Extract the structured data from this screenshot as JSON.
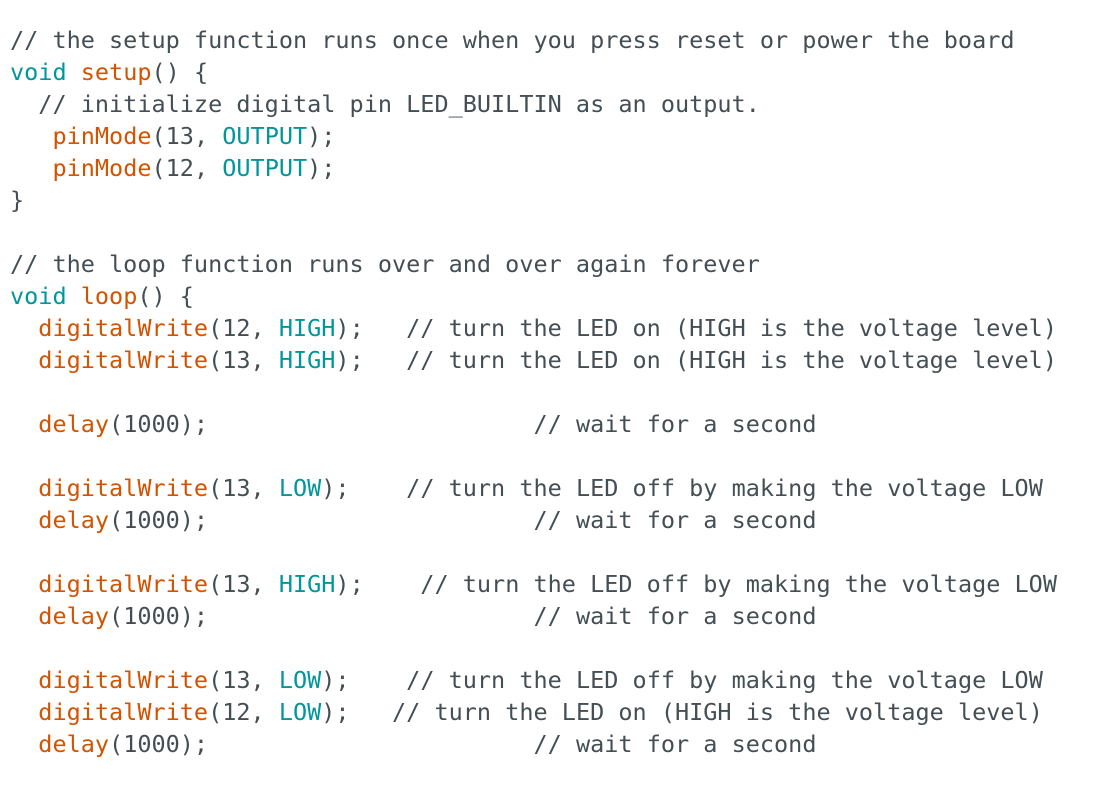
{
  "editor": {
    "lines": [
      [
        {
          "t": "// the setup function runs once when you press reset or power the board",
          "k": "comment"
        }
      ],
      [
        {
          "t": "void",
          "k": "type"
        },
        {
          "t": " ",
          "k": "plain"
        },
        {
          "t": "setup",
          "k": "func"
        },
        {
          "t": "() {",
          "k": "plain"
        }
      ],
      [
        {
          "t": "  // initialize digital pin LED_BUILTIN as an output.",
          "k": "comment"
        }
      ],
      [
        {
          "t": "   ",
          "k": "plain"
        },
        {
          "t": "pinMode",
          "k": "func"
        },
        {
          "t": "(13, ",
          "k": "plain"
        },
        {
          "t": "OUTPUT",
          "k": "const"
        },
        {
          "t": ");",
          "k": "plain"
        }
      ],
      [
        {
          "t": "   ",
          "k": "plain"
        },
        {
          "t": "pinMode",
          "k": "func"
        },
        {
          "t": "(12, ",
          "k": "plain"
        },
        {
          "t": "OUTPUT",
          "k": "const"
        },
        {
          "t": ");",
          "k": "plain"
        }
      ],
      [
        {
          "t": "}",
          "k": "plain"
        }
      ],
      [
        {
          "t": "",
          "k": "plain"
        }
      ],
      [
        {
          "t": "// the loop function runs over and over again forever",
          "k": "comment"
        }
      ],
      [
        {
          "t": "void",
          "k": "type"
        },
        {
          "t": " ",
          "k": "plain"
        },
        {
          "t": "loop",
          "k": "func"
        },
        {
          "t": "() {",
          "k": "plain"
        }
      ],
      [
        {
          "t": "  ",
          "k": "plain"
        },
        {
          "t": "digitalWrite",
          "k": "func"
        },
        {
          "t": "(12, ",
          "k": "plain"
        },
        {
          "t": "HIGH",
          "k": "const"
        },
        {
          "t": ");",
          "k": "plain"
        },
        {
          "t": "   // turn the LED on (HIGH is the voltage level)",
          "k": "comment"
        }
      ],
      [
        {
          "t": "  ",
          "k": "plain"
        },
        {
          "t": "digitalWrite",
          "k": "func"
        },
        {
          "t": "(13, ",
          "k": "plain"
        },
        {
          "t": "HIGH",
          "k": "const"
        },
        {
          "t": ");",
          "k": "plain"
        },
        {
          "t": "   // turn the LED on (HIGH is the voltage level)",
          "k": "comment"
        }
      ],
      [
        {
          "t": "",
          "k": "plain"
        }
      ],
      [
        {
          "t": "  ",
          "k": "plain"
        },
        {
          "t": "delay",
          "k": "func"
        },
        {
          "t": "(1000);",
          "k": "plain"
        },
        {
          "t": "                       // wait for a second",
          "k": "comment"
        }
      ],
      [
        {
          "t": "",
          "k": "plain"
        }
      ],
      [
        {
          "t": "  ",
          "k": "plain"
        },
        {
          "t": "digitalWrite",
          "k": "func"
        },
        {
          "t": "(13, ",
          "k": "plain"
        },
        {
          "t": "LOW",
          "k": "const"
        },
        {
          "t": ");",
          "k": "plain"
        },
        {
          "t": "    // turn the LED off by making the voltage LOW",
          "k": "comment"
        }
      ],
      [
        {
          "t": "  ",
          "k": "plain"
        },
        {
          "t": "delay",
          "k": "func"
        },
        {
          "t": "(1000);",
          "k": "plain"
        },
        {
          "t": "                       // wait for a second",
          "k": "comment"
        }
      ],
      [
        {
          "t": "",
          "k": "plain"
        }
      ],
      [
        {
          "t": "  ",
          "k": "plain"
        },
        {
          "t": "digitalWrite",
          "k": "func"
        },
        {
          "t": "(13, ",
          "k": "plain"
        },
        {
          "t": "HIGH",
          "k": "const"
        },
        {
          "t": ");",
          "k": "plain"
        },
        {
          "t": "    // turn the LED off by making the voltage LOW",
          "k": "comment"
        }
      ],
      [
        {
          "t": "  ",
          "k": "plain"
        },
        {
          "t": "delay",
          "k": "func"
        },
        {
          "t": "(1000);",
          "k": "plain"
        },
        {
          "t": "                       // wait for a second",
          "k": "comment"
        }
      ],
      [
        {
          "t": "",
          "k": "plain"
        }
      ],
      [
        {
          "t": "  ",
          "k": "plain"
        },
        {
          "t": "digitalWrite",
          "k": "func"
        },
        {
          "t": "(13, ",
          "k": "plain"
        },
        {
          "t": "LOW",
          "k": "const"
        },
        {
          "t": ");",
          "k": "plain"
        },
        {
          "t": "    // turn the LED off by making the voltage LOW",
          "k": "comment"
        }
      ],
      [
        {
          "t": "  ",
          "k": "plain"
        },
        {
          "t": "digitalWrite",
          "k": "func"
        },
        {
          "t": "(12, ",
          "k": "plain"
        },
        {
          "t": "LOW",
          "k": "const"
        },
        {
          "t": ");",
          "k": "plain"
        },
        {
          "t": "   // turn the LED on (HIGH is the voltage level)",
          "k": "comment"
        }
      ],
      [
        {
          "t": "  ",
          "k": "plain"
        },
        {
          "t": "delay",
          "k": "func"
        },
        {
          "t": "(1000);",
          "k": "plain"
        },
        {
          "t": "                       // wait for a second",
          "k": "comment"
        }
      ]
    ]
  },
  "syntax_colors": {
    "comment": "#434f54",
    "type": "#00979c",
    "func": "#d35400",
    "const": "#00979c",
    "plain": "#434f54"
  }
}
